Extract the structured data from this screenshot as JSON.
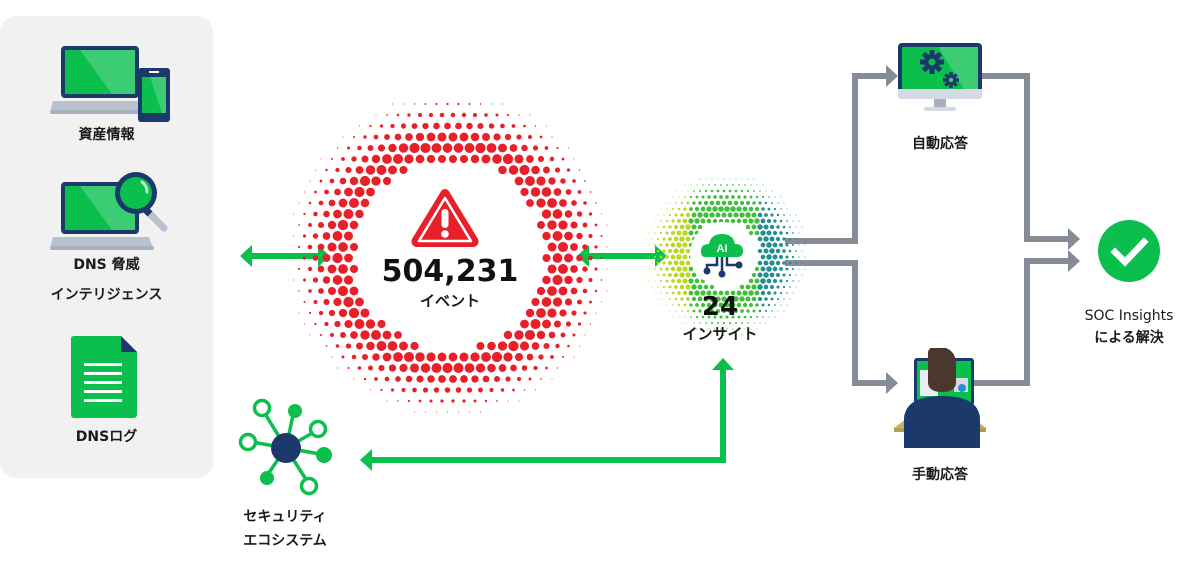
{
  "colors": {
    "green": "#0bbf4c",
    "navy": "#1b3a6b",
    "red": "#e8202a",
    "gray_arrow": "#858c98",
    "panel_bg": "#f1f1f1"
  },
  "sources": {
    "asset_info": {
      "label": "資産情報",
      "icon": "laptop-phone-icon"
    },
    "dns_threat_intel": {
      "label_line1": "DNS 脅威",
      "label_line2": "インテリジェンス",
      "icon": "laptop-magnifier-icon"
    },
    "dns_logs": {
      "label": "DNSログ",
      "icon": "document-icon"
    }
  },
  "events": {
    "count": "504,231",
    "label": "イベント",
    "icon": "warning-triangle-icon"
  },
  "insights": {
    "count": "24",
    "label": "インサイト",
    "icon": "ai-cloud-icon",
    "icon_text": "AI"
  },
  "automated_response": {
    "label": "自動応答",
    "icon": "monitor-gears-icon"
  },
  "manual_response": {
    "label": "手動応答",
    "icon": "person-at-laptop-icon"
  },
  "resolution": {
    "label_line1": "SOC Insights",
    "label_line2": "による解決",
    "icon": "check-circle-icon"
  },
  "security_ecosystem": {
    "label_line1": "セキュリティ",
    "label_line2": "エコシステム",
    "icon": "network-hub-icon"
  }
}
